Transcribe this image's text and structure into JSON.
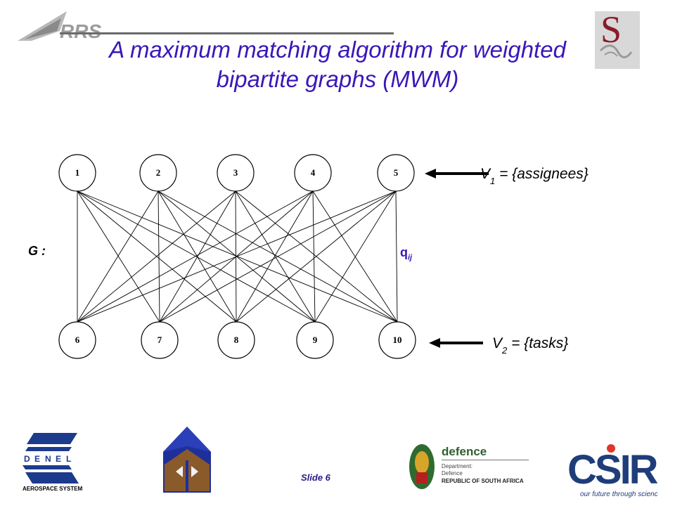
{
  "slide": {
    "title_line1": "A maximum matching algorithm for weighted",
    "title_line2": "bipartite graphs (MWM)",
    "slide_number": "Slide 6"
  },
  "graph": {
    "graph_label": "G :",
    "edge_label_main": "q",
    "edge_label_sub": "ij",
    "top_nodes": [
      "1",
      "2",
      "3",
      "4",
      "5"
    ],
    "bottom_nodes": [
      "6",
      "7",
      "8",
      "9",
      "10"
    ],
    "v1_main": "V",
    "v1_sub": "1",
    "v1_text": " = {assignees}",
    "v2_main": "V",
    "v2_sub": "2",
    "v2_text": " = {tasks}"
  },
  "logos": {
    "rrs_text": "RRS",
    "denel_letters": [
      "D",
      "E",
      "N",
      "E",
      "L"
    ],
    "denel_sub": "AEROSPACE SYSTEMS",
    "defence_title": "defence",
    "defence_line1": "Department:",
    "defence_line2": "Defence",
    "defence_line3": "REPUBLIC OF SOUTH AFRICA",
    "csir_text": "CSIR",
    "csir_tagline": "our future through science"
  },
  "colors": {
    "title": "#3a17b8",
    "csir_blue": "#1f3d7a",
    "denel_blue": "#1c3b8c"
  }
}
